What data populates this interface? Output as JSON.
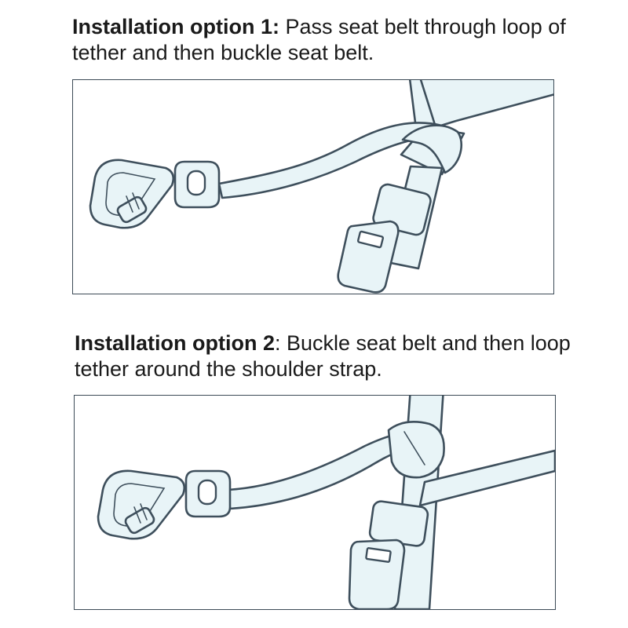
{
  "option1": {
    "caption_bold": "Installation option 1:",
    "caption_rest": " Pass seat belt through loop of tether and then buckle seat belt."
  },
  "option2": {
    "caption_bold": "Installation option 2",
    "caption_rest": ": Buckle seat belt and then loop tether around the shoulder strap."
  },
  "colors": {
    "line": "#3e4f5c",
    "fill": "#e8f4f7",
    "frame": "#3c4a56",
    "text": "#1a1a1a"
  }
}
